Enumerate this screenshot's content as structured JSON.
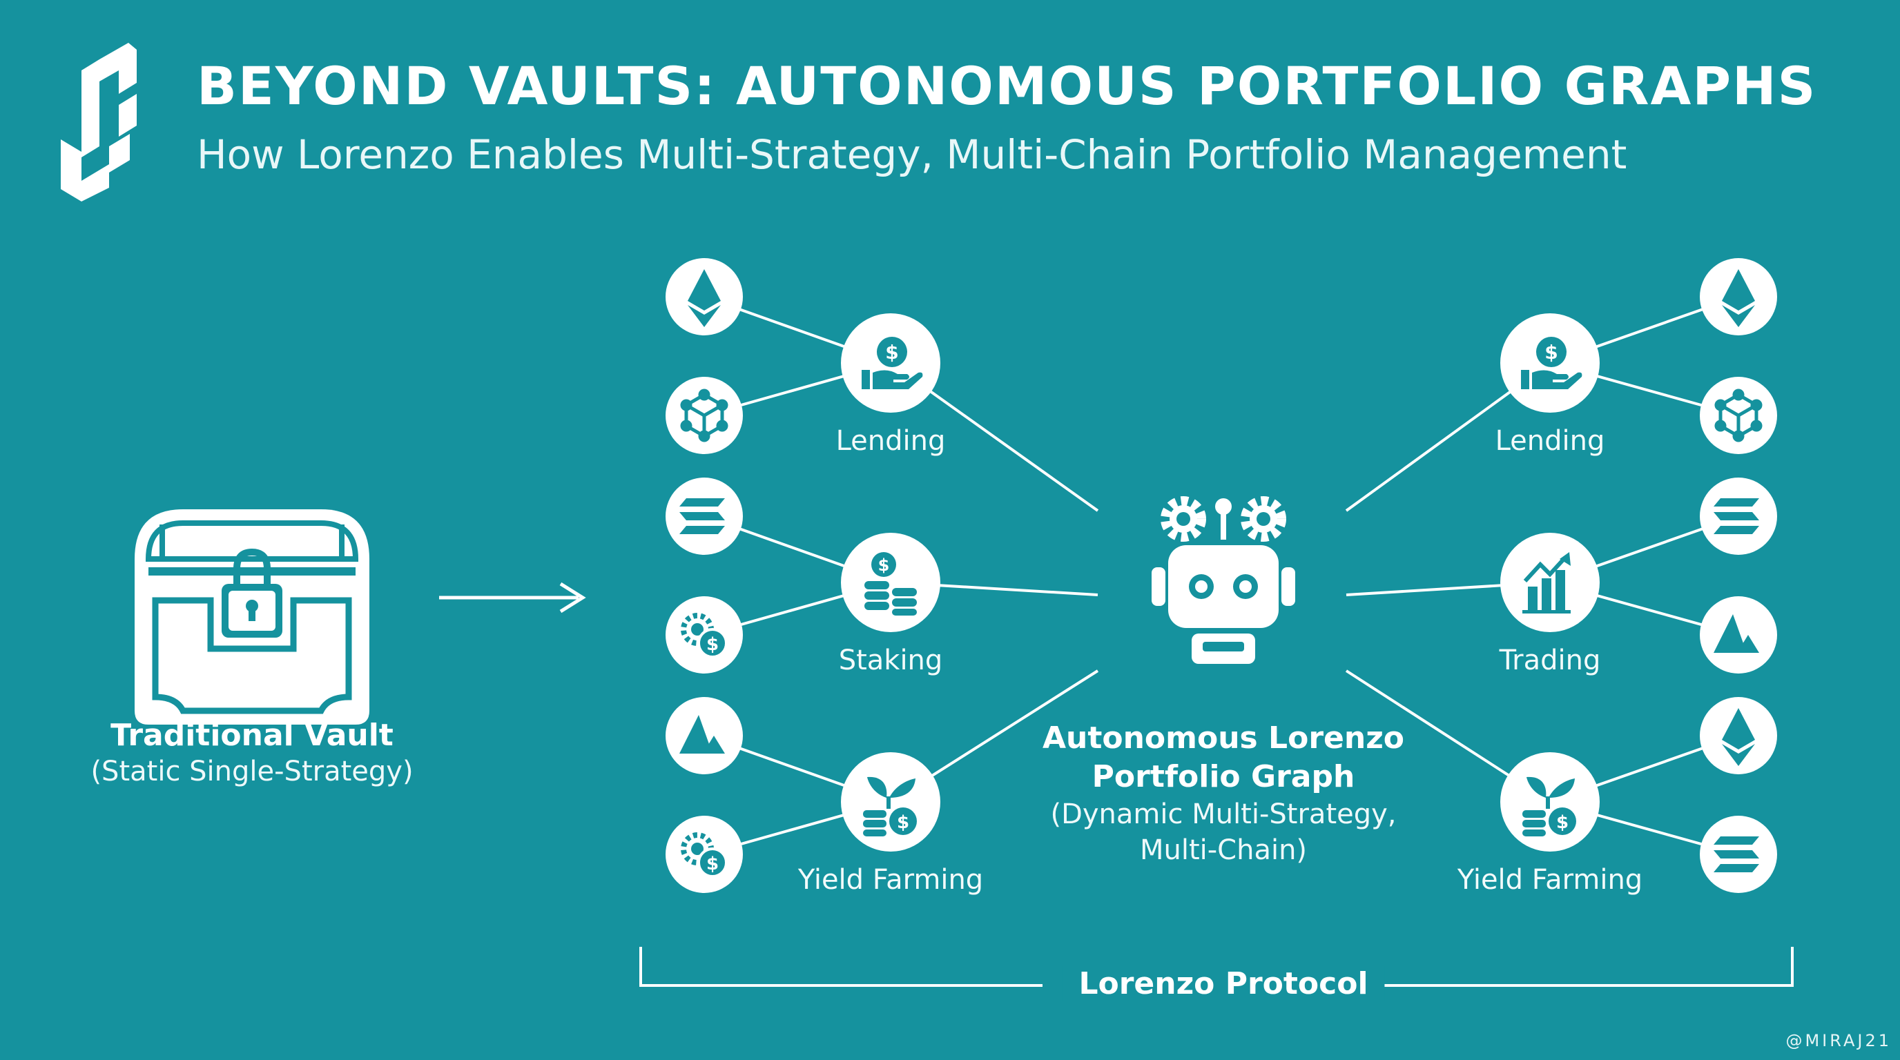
{
  "header": {
    "title": "BEYOND VAULTS: AUTONOMOUS PORTFOLIO GRAPHS",
    "subtitle": "How Lorenzo Enables Multi-Strategy, Multi-Chain Portfolio Management"
  },
  "vault": {
    "title": "Traditional Vault",
    "subtitle": "(Static Single-Strategy)"
  },
  "center": {
    "title_line1": "Autonomous Lorenzo",
    "title_line2": "Portfolio Graph",
    "subtitle_line1": "(Dynamic Multi-Strategy,",
    "subtitle_line2": "Multi-Chain)"
  },
  "left_strategies": [
    {
      "label": "Lending",
      "icon": "lending-hand-coin-icon",
      "chains": [
        "ethereum-icon",
        "polkadot-cube-icon"
      ]
    },
    {
      "label": "Staking",
      "icon": "staking-coin-stack-icon",
      "chains": [
        "solana-icon",
        "gear-dollar-icon"
      ]
    },
    {
      "label": "Yield Farming",
      "icon": "yield-sprout-coin-icon",
      "chains": [
        "avalanche-icon",
        "gear-dollar-icon"
      ]
    }
  ],
  "right_strategies": [
    {
      "label": "Lending",
      "icon": "lending-hand-coin-icon",
      "chains": [
        "ethereum-icon",
        "polkadot-cube-icon"
      ]
    },
    {
      "label": "Trading",
      "icon": "trading-chart-icon",
      "chains": [
        "solana-icon",
        "avalanche-icon"
      ]
    },
    {
      "label": "Yield Farming",
      "icon": "yield-sprout-coin-icon",
      "chains": [
        "ethereum-icon",
        "solana-icon"
      ]
    }
  ],
  "footer": {
    "protocol": "Lorenzo Protocol",
    "watermark": "@MIRAJ21"
  },
  "colors": {
    "background": "#15929e",
    "foreground": "#ffffff"
  }
}
